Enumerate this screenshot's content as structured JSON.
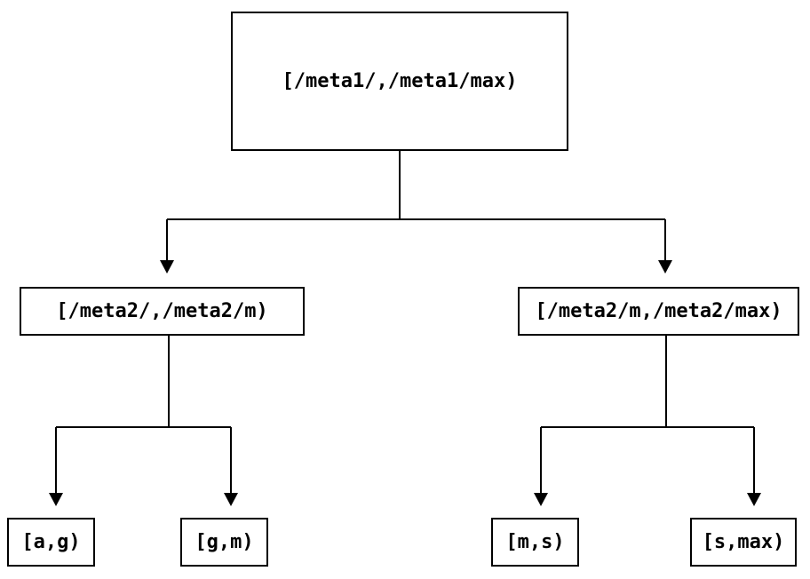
{
  "diagram": {
    "type": "tree",
    "line_color": "#000000",
    "background_color": "#ffffff",
    "tree": {
      "label": "[/meta1/,/meta1/max)",
      "children": [
        {
          "label": "[/meta2/,/meta2/m)",
          "children": [
            {
              "label": "[a,g)"
            },
            {
              "label": "[g,m)"
            }
          ]
        },
        {
          "label": "[/meta2/m,/meta2/max)",
          "children": [
            {
              "label": "[m,s)"
            },
            {
              "label": "[s,max)"
            }
          ]
        }
      ]
    }
  }
}
